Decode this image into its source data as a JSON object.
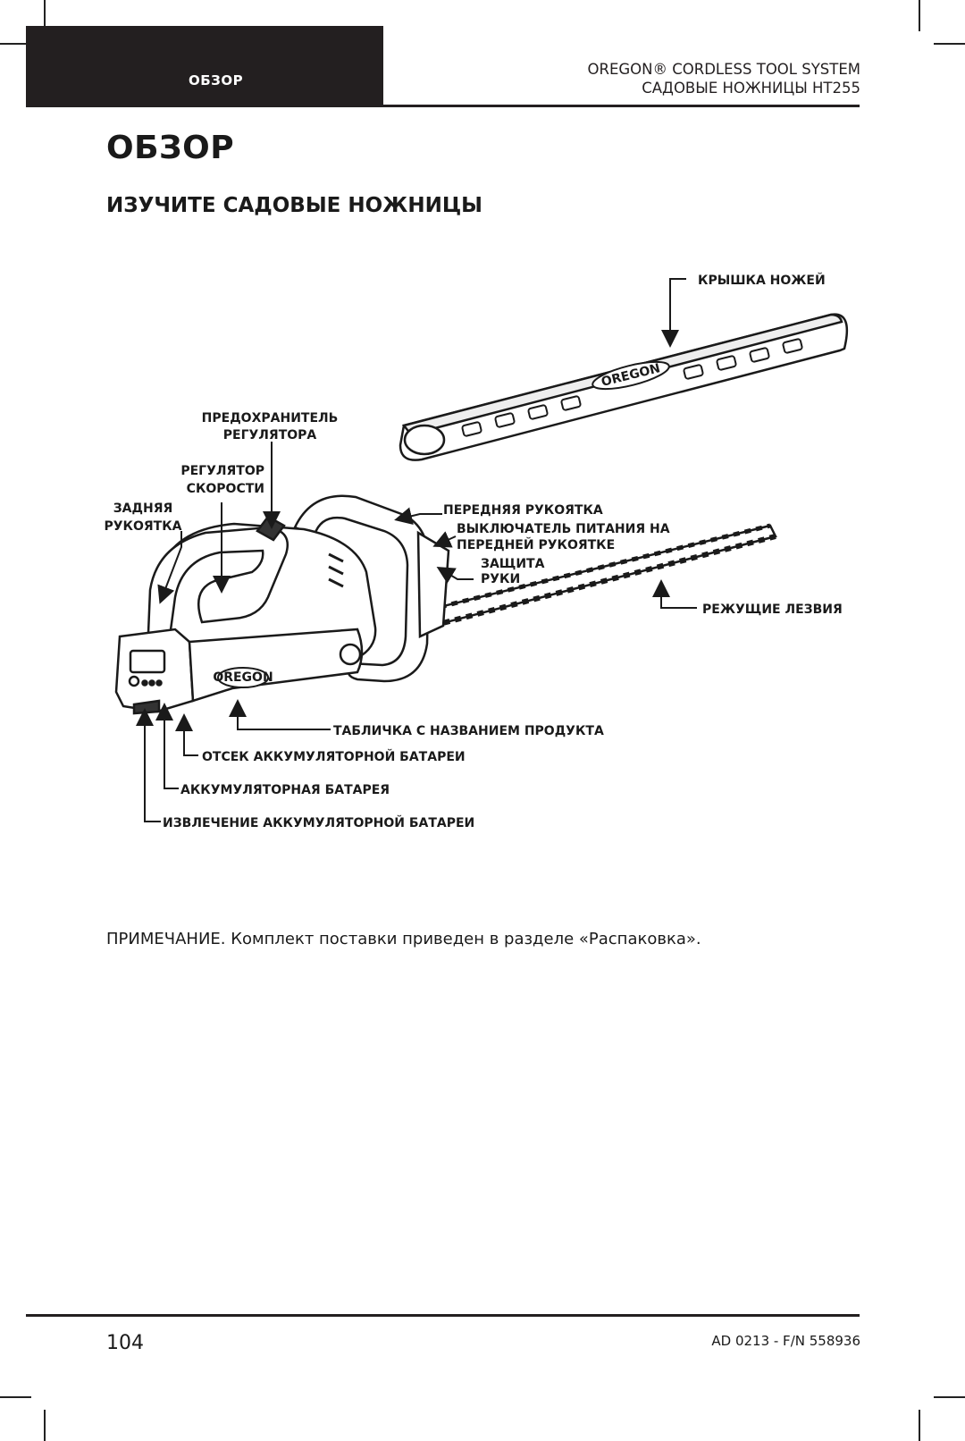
{
  "header": {
    "tab_label": "ОБЗОР",
    "product_line": "OREGON® CORDLESS TOOL SYSTEM",
    "product_name": "САДОВЫЕ НОЖНИЦЫ HT255"
  },
  "page_title": "ОБЗОР",
  "section_title": "ИЗУЧИТЕ САДОВЫЕ НОЖНИЦЫ",
  "labels": {
    "blade_cover": "КРЫШКА НОЖЕЙ",
    "lockout_1": "ПРЕДОХРАНИТЕЛЬ",
    "lockout_2": "РЕГУЛЯТОРА",
    "trigger_1": "РЕГУЛЯТОР",
    "trigger_2": "СКОРОСТИ",
    "rear_handle_1": "ЗАДНЯЯ",
    "rear_handle_2": "РУКОЯТКА",
    "front_handle": "ПЕРЕДНЯЯ РУКОЯТКА",
    "front_switch_1": "ВЫКЛЮЧАТЕЛЬ ПИТАНИЯ НА",
    "front_switch_2": "ПЕРЕДНЕЙ РУКОЯТКЕ",
    "hand_guard_1": "ЗАЩИТА",
    "hand_guard_2": "РУКИ",
    "cutting_blades": "РЕЖУЩИЕ ЛЕЗВИЯ",
    "product_label": "ТАБЛИЧКА С НАЗВАНИЕМ ПРОДУКТА",
    "battery_compartment": "ОТСЕК АККУМУЛЯТОРНОЙ БАТАРЕИ",
    "battery": "АККУМУЛЯТОРНАЯ БАТАРЕЯ",
    "battery_release": "ИЗВЛЕЧЕНИЕ АККУМУЛЯТОРНОЙ БАТАРЕИ",
    "brand_on_tool": "OREGON"
  },
  "note": "ПРИМЕЧАНИЕ. Комплект поставки приведен в разделе «Распаковка».",
  "footer": {
    "page_number": "104",
    "doc_code": "AD 0213 - F/N 558936"
  }
}
